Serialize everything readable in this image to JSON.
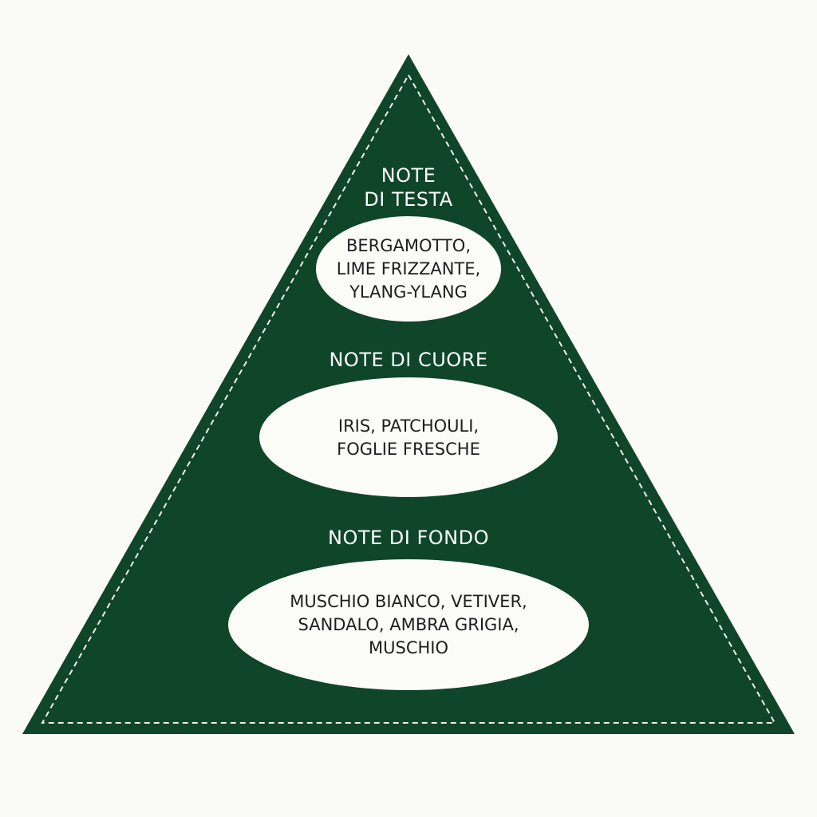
{
  "colors": {
    "background": "#fafaf6",
    "pyramid_fill": "#0f4529",
    "dashed_border": "#f0efe8",
    "oval_fill": "#fbfbf8",
    "label_text": "#ffffff",
    "note_text": "#1e1e1e"
  },
  "pyramid": {
    "top": {
      "title": "NOTE\nDI TESTA",
      "notes": "BERGAMOTTO,\nLIME FRIZZANTE,\nYLANG-YLANG"
    },
    "heart": {
      "title": "NOTE DI CUORE",
      "notes": "IRIS, PATCHOULI,\nFOGLIE FRESCHE"
    },
    "base": {
      "title": "NOTE DI FONDO",
      "notes": "MUSCHIO BIANCO, VETIVER,\nSANDALO, AMBRA GRIGIA,\nMUSCHIO"
    }
  }
}
